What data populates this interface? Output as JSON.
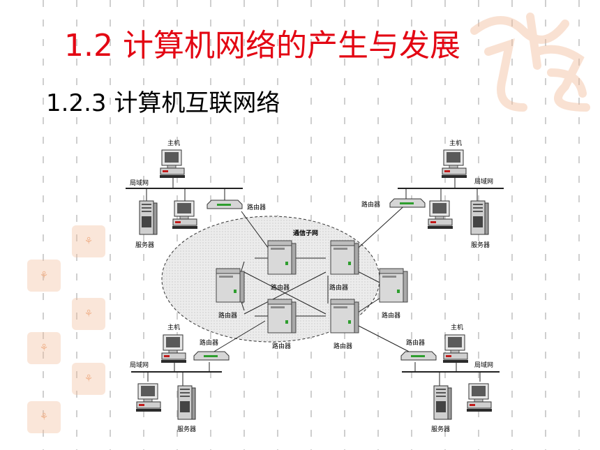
{
  "slide": {
    "title": "1.2  计算机网络的产生与发展",
    "subtitle": "1.2.3  计算机互联网络",
    "title_color": "#e30613",
    "decor_color": "#f1b793"
  },
  "diagram": {
    "subnet_label": "通信子网",
    "router_label": "路由器",
    "host_label": "主机",
    "lan_label": "局域网",
    "server_label": "服务器"
  }
}
